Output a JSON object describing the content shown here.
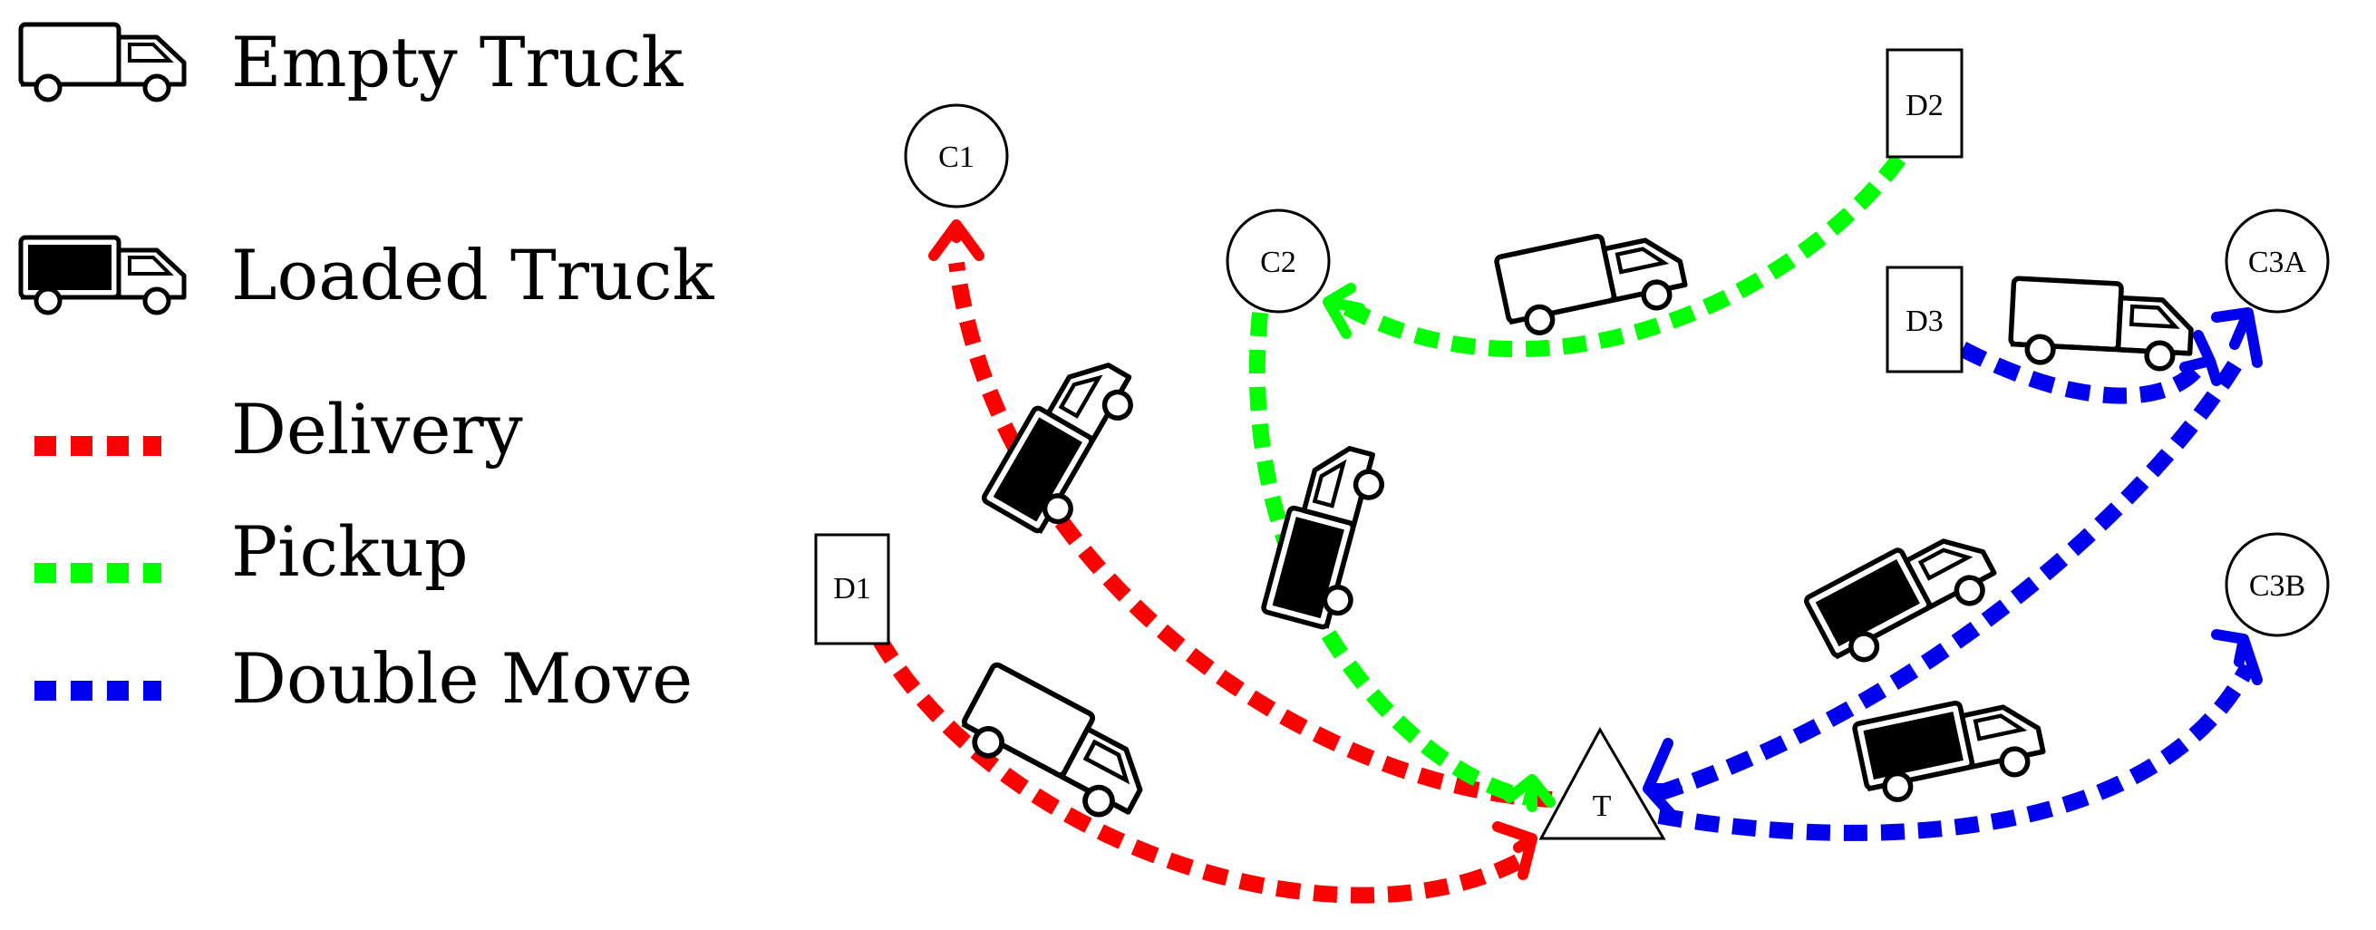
{
  "legend": {
    "empty_truck": "Empty Truck",
    "loaded_truck": "Loaded Truck",
    "delivery": "Delivery",
    "pickup": "Pickup",
    "double_move": "Double Move"
  },
  "colors": {
    "delivery": "#ff0000",
    "pickup": "#00ff00",
    "double_move": "#0000ee",
    "loaded_cargo": "#000000"
  },
  "nodes": {
    "c1": "C1",
    "c2": "C2",
    "c3a": "C3A",
    "c3b": "C3B",
    "d1": "D1",
    "d2": "D2",
    "d3": "D3",
    "terminal": "T"
  }
}
